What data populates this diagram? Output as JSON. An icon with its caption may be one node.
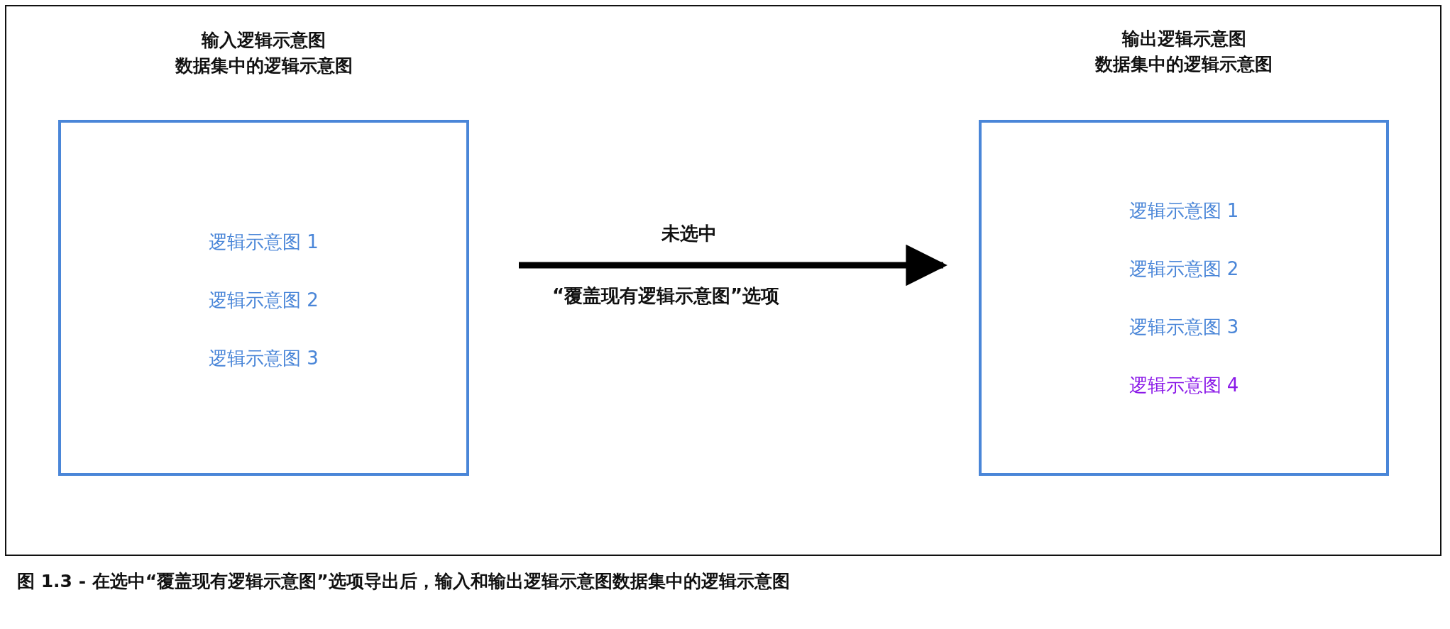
{
  "diagram": {
    "caption": "图 1.3 - 在选中“覆盖现有逻辑示意图”选项导出后，输入和输出逻辑示意图数据集中的逻辑示意图",
    "nodes": [
      {
        "text": [
          "输入逻辑示意图",
          "数据集中的逻辑示意图",
          "逻辑示意图 1",
          "逻辑示意图 2",
          "逻辑示意图 3"
        ]
      },
      {
        "text": [
          "输出逻辑示意图",
          "数据集中的逻辑示意图",
          "逻辑示意图 1",
          "逻辑示意图 2",
          "逻辑示意图 3",
          "逻辑示意图 4"
        ]
      }
    ],
    "edges": [
      {
        "from": 0,
        "to": 1,
        "arrow": "to",
        "label": "未选中"
      }
    ],
    "labels": [
      "“覆盖现有逻辑示意图”选项"
    ]
  }
}
